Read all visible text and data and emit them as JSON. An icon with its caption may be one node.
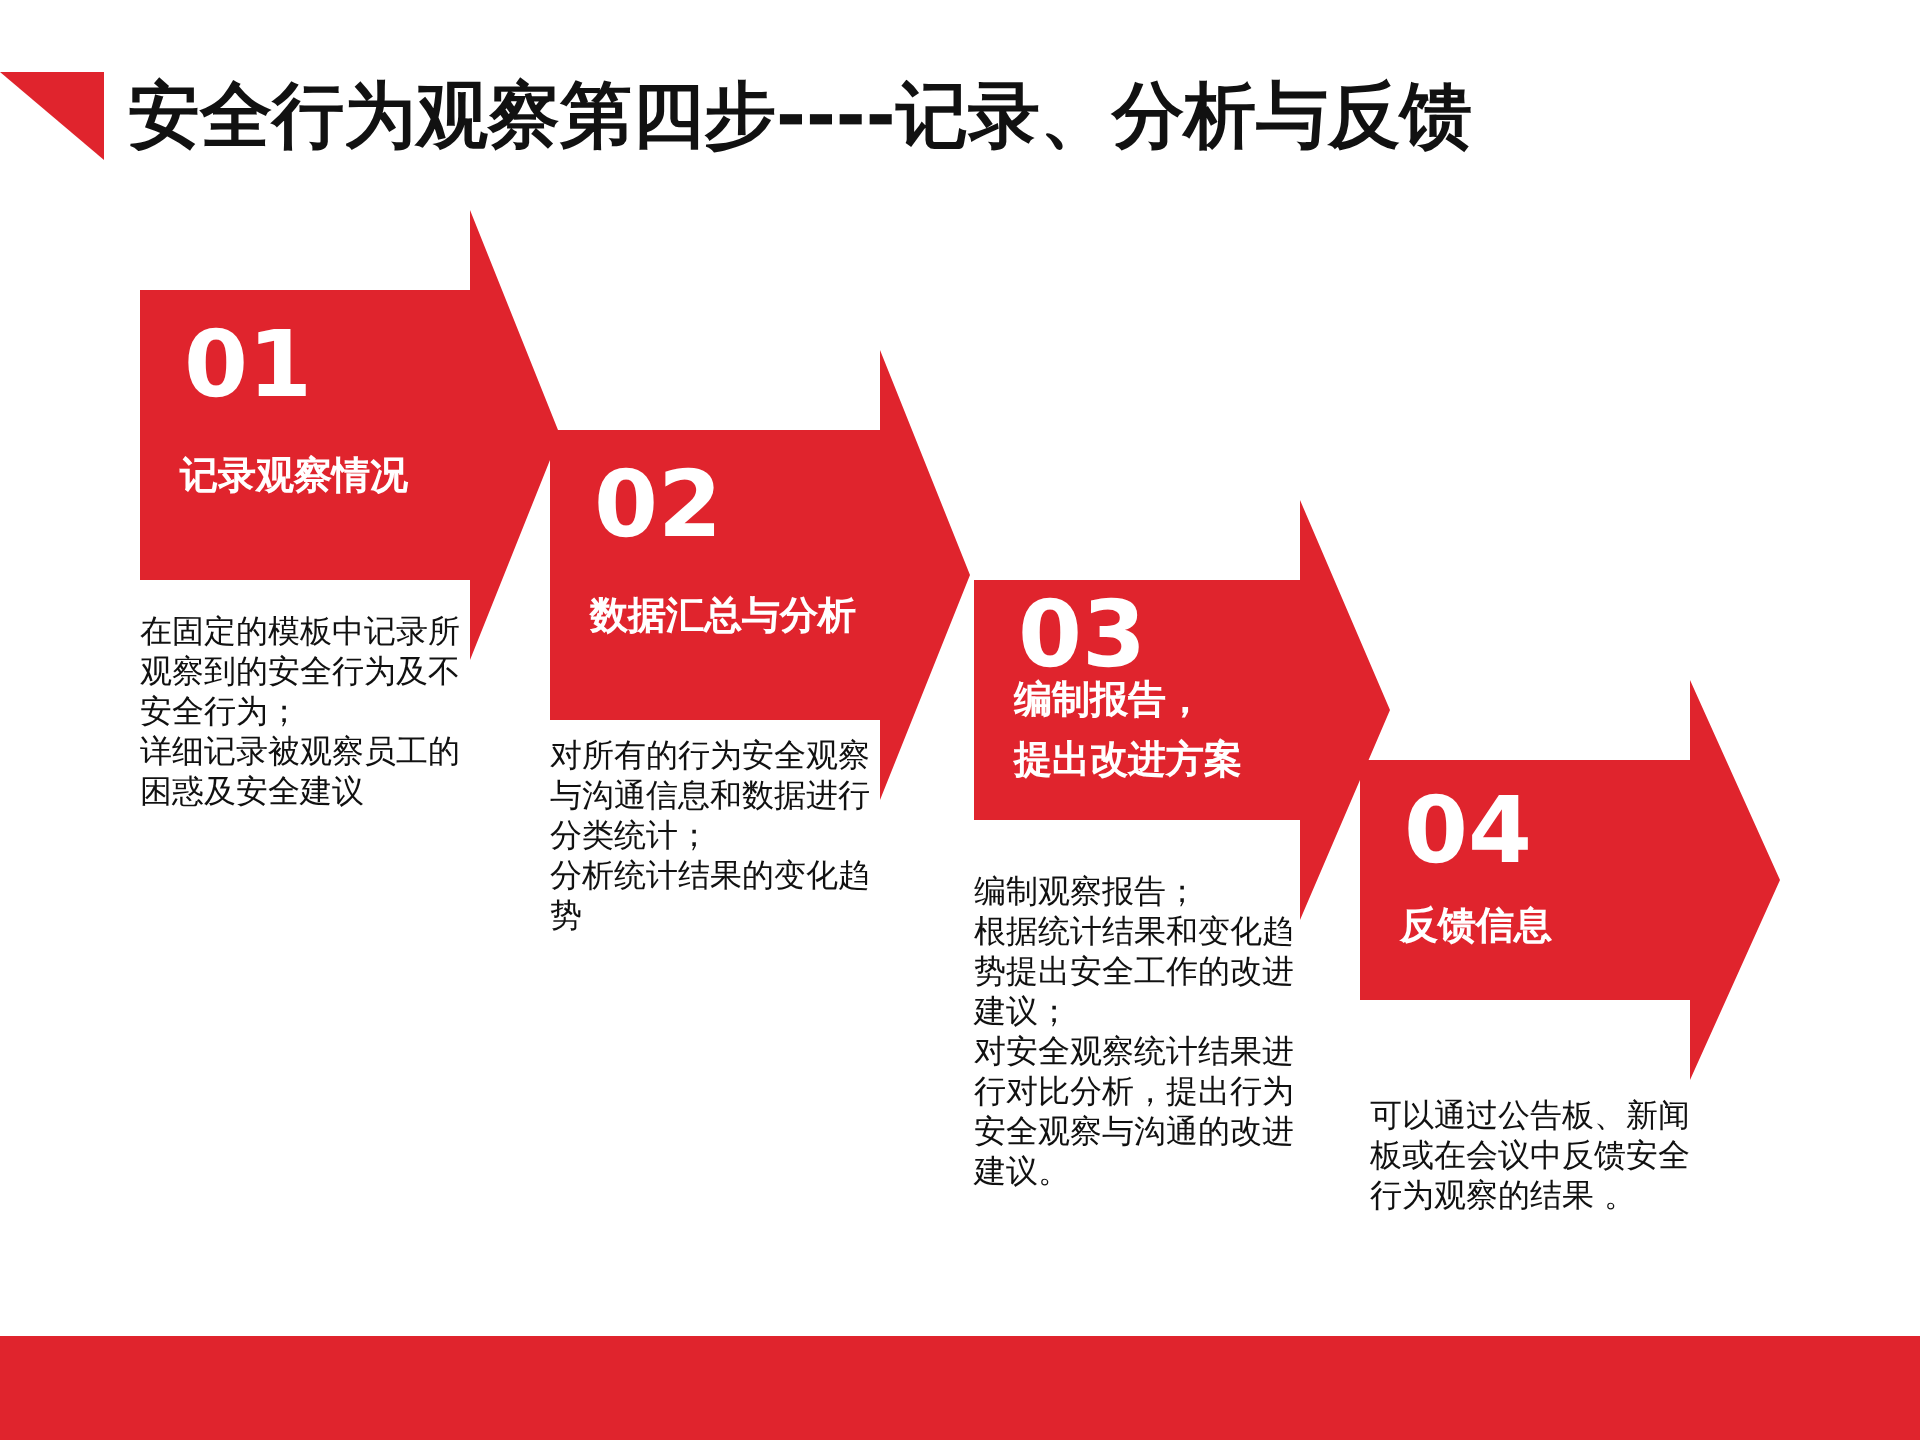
{
  "diagram": {
    "title": "安全行为观察第四步----记录、分析与反馈",
    "nodes": [
      {
        "text": [
          "01",
          "记录观察情况"
        ],
        "beside": [
          "在固定的模板中记录所观察到的安全行为及不安全行为；",
          "详细记录被观察员工的困惑及安全建议"
        ]
      },
      {
        "text": [
          "02",
          "数据汇总与分析"
        ],
        "beside": [
          "对所有的行为安全观察与沟通信息和数据进行分类统计；",
          "分析统计结果的变化趋势"
        ]
      },
      {
        "text": [
          "03",
          "编制报告，提出改进方案"
        ],
        "beside": [
          "编制观察报告；",
          "根据统计结果和变化趋势提出安全工作的改进建议；",
          "对安全观察统计结果进行对比分析，提出行为安全观察与沟通的改进建议。"
        ]
      },
      {
        "text": [
          "04",
          "反馈信息"
        ],
        "beside": [
          "可以通过公告板、新闻板或在会议中反馈安全行为观察的结果 。"
        ]
      }
    ]
  }
}
